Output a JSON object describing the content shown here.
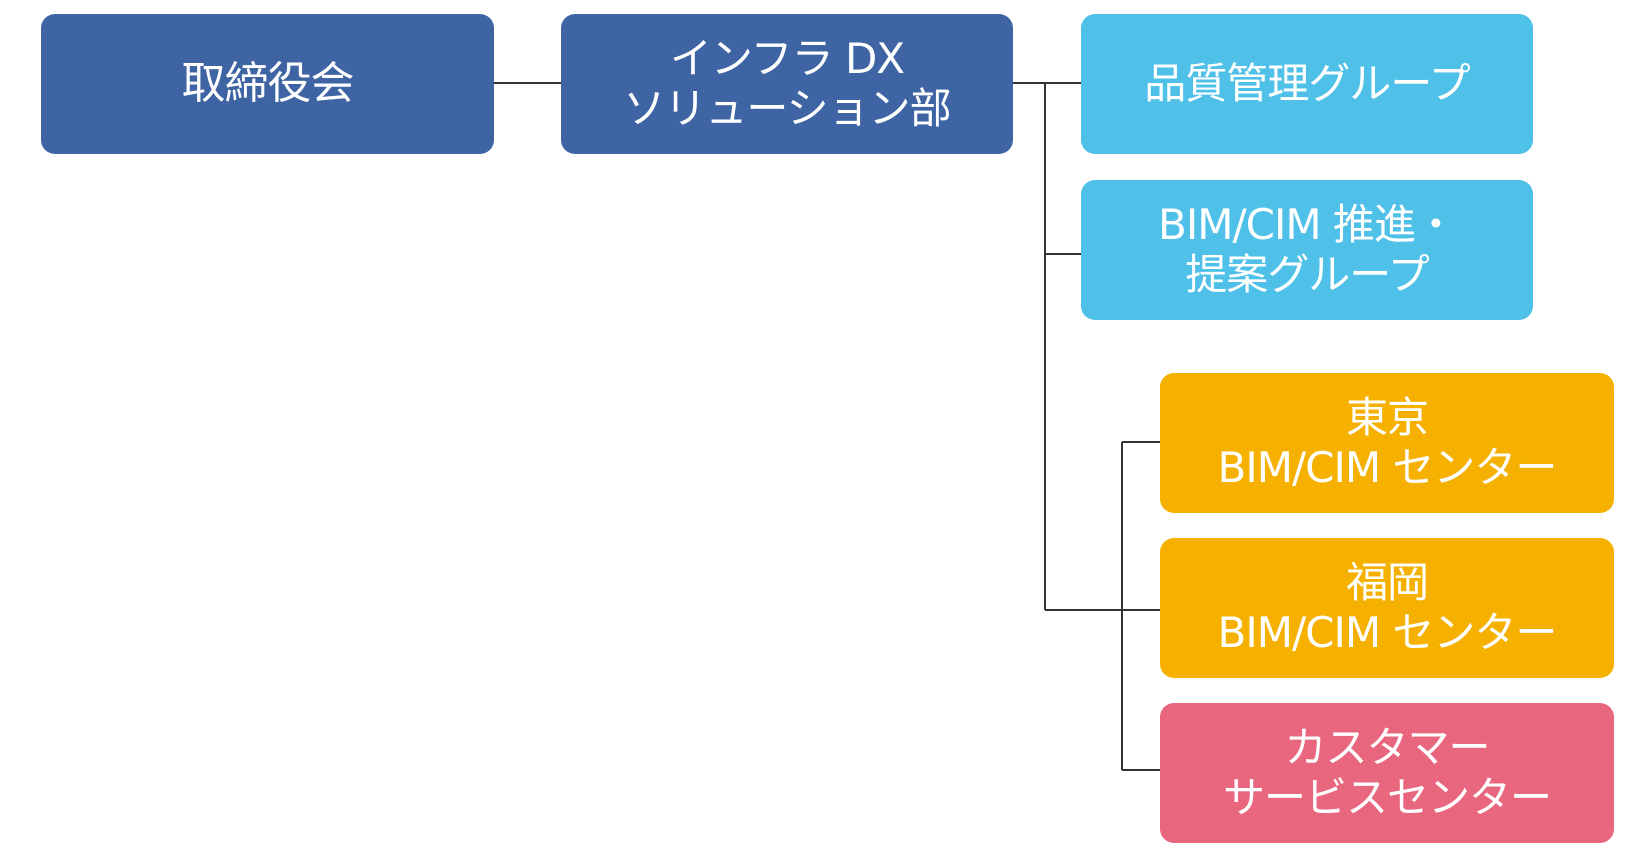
{
  "org_chart": {
    "colors": {
      "navy": "#3e64a4",
      "sky": "#4fc0e8",
      "amber": "#f5b000",
      "pink": "#e8677f",
      "line": "#333333"
    },
    "board": {
      "label": "取締役会"
    },
    "department": {
      "label": "インフラ DX\nソリューション部"
    },
    "groups": [
      {
        "label": "品質管理グループ"
      },
      {
        "label": "BIM/CIM 推進・\n提案グループ"
      }
    ],
    "centers": [
      {
        "label": "東京\nBIM/CIM センター"
      },
      {
        "label": "福岡\nBIM/CIM センター"
      },
      {
        "label": "カスタマー\nサービスセンター"
      }
    ]
  }
}
